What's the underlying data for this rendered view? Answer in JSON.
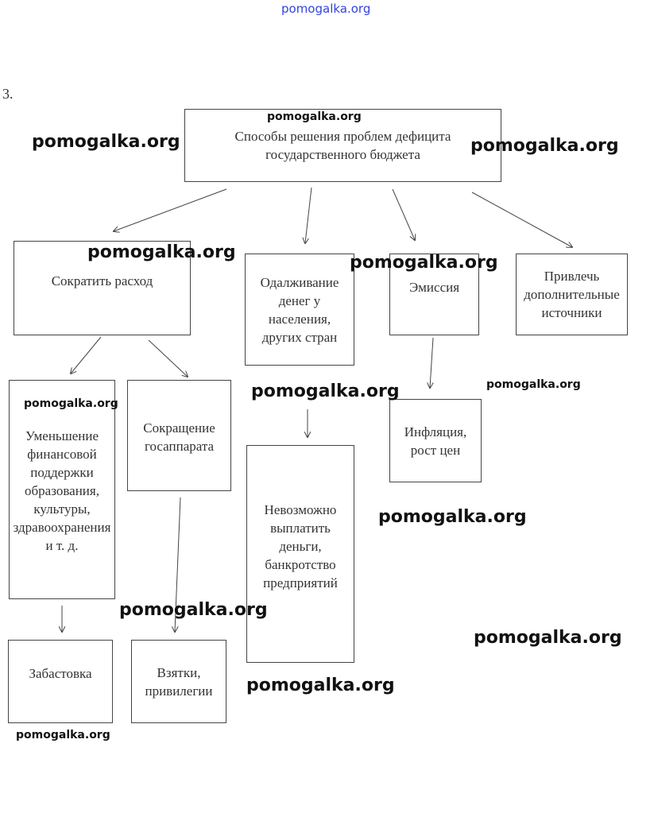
{
  "header_watermark": "pomogalka.org",
  "task_number": "3.",
  "root": "Способы решения проблем дефицита государственного бюджета",
  "level1": {
    "cut_spending": "Сократить расход",
    "borrowing": "Одалживание денег у населения, других стран",
    "emission": "Эмиссия",
    "attract_sources": "Привлечь дополнительные источники"
  },
  "level2": {
    "reduce_support": "Уменьшение финансовой поддержки образования, культуры, здравоохранения и т. д.",
    "reduce_apparatus": "Сокращение госаппарата",
    "inability_to_pay": "Невозможно выплатить деньги, банкротство предприятий",
    "inflation": "Инфляция, рост цен"
  },
  "level3": {
    "strike": "Забастовка",
    "bribes": "Взятки, привилегии"
  },
  "watermark": "pomogalka.org"
}
